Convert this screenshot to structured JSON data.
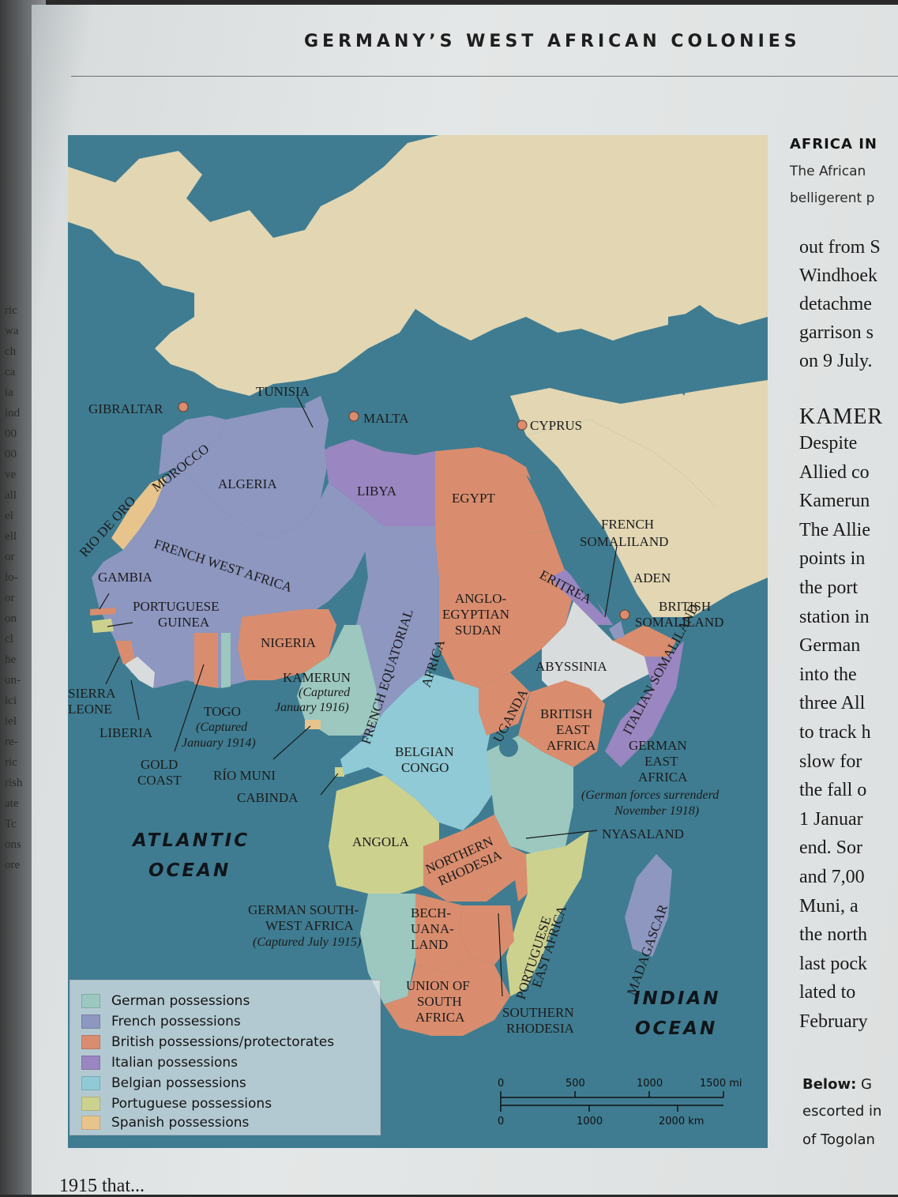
{
  "running_head": "GERMANY’S WEST AFRICAN COLONIES",
  "prev_page_fragments": [
    "ric",
    "wa",
    "ch",
    "ca",
    "ia",
    "ind",
    "00",
    "00",
    "ve",
    "all",
    "el",
    "ell",
    "or",
    "lo-",
    "or",
    "on",
    "cl",
    "he",
    "un-",
    "ici",
    "iel",
    "re-",
    "ric",
    "rish",
    "ate",
    "Tc",
    "ons",
    "ore"
  ],
  "sidebar": {
    "title": "AFRICA IN",
    "caption_lines": [
      "The African",
      "belligerent p"
    ],
    "para1": [
      "out from S",
      "Windhoek",
      "detachme",
      "garrison s",
      "on 9 July."
    ],
    "heading": "KAMER",
    "para2": [
      "Despite",
      "Allied co",
      "Kamerun",
      "The Allie",
      "points in",
      "the port",
      "station in",
      "German",
      "into the",
      "three All",
      "to track h",
      "slow for",
      "the fall o",
      "1 Januar",
      "end. Sor",
      "and 7,00",
      "Muni, a",
      "the north",
      "last pock",
      "lated to",
      "February"
    ],
    "below_label": "Below:",
    "below_first": "G",
    "below_lines": [
      "escorted in",
      "of Togolan"
    ]
  },
  "footer_fragment": "1915   that...",
  "map": {
    "labels": {
      "gibraltar": "GIBRALTAR",
      "tunisia": "TUNISIA",
      "malta": "MALTA",
      "cyprus": "CYPRUS",
      "morocco": "MOROCCO",
      "algeria": "ALGERIA",
      "libya": "LIBYA",
      "egypt": "EGYPT",
      "rio_de_oro": "RIO DE ORO",
      "french_somaliland": [
        "FRENCH",
        "SOMALILAND"
      ],
      "aden": "ADEN",
      "british_somaliland": [
        "BRITISH",
        "SOMALILAND"
      ],
      "french_west_africa": "FRENCH WEST AFRICA",
      "gambia": "GAMBIA",
      "portuguese_guinea": [
        "PORTUGUESE",
        "GUINEA"
      ],
      "nigeria": "NIGERIA",
      "anglo_egyptian_sudan": [
        "ANGLO-",
        "EGYPTIAN",
        "SUDAN"
      ],
      "eritrea": "ERITREA",
      "abyssinia": "ABYSSINIA",
      "italian_somaliland": "ITALIAN SOMALILAND",
      "kamerun": "KAMERUN",
      "kamerun_note": [
        "(Captured",
        "January 1916)"
      ],
      "french_equatorial_africa": [
        "FRENCH EQUATORIAL",
        "AFRICA"
      ],
      "sierra_leone": [
        "SIERRA",
        "LEONE"
      ],
      "liberia": "LIBERIA",
      "togo": "TOGO",
      "togo_note": [
        "(Captured",
        "January 1914)"
      ],
      "gold_coast": [
        "GOLD",
        "COAST"
      ],
      "rio_muni": "RÍO MUNI",
      "cabinda": "CABINDA",
      "uganda": "UGANDA",
      "british_east_africa": [
        "BRITISH",
        "EAST",
        "AFRICA"
      ],
      "belgian_congo": [
        "BELGIAN",
        "CONGO"
      ],
      "german_east_africa": [
        "GERMAN",
        "EAST",
        "AFRICA"
      ],
      "german_east_africa_note": [
        "(German forces surrenderd",
        "November 1918)"
      ],
      "atlantic_ocean": [
        "ATLANTIC",
        "OCEAN"
      ],
      "angola": "ANGOLA",
      "northern_rhodesia": [
        "NORTHERN",
        "RHODESIA"
      ],
      "nyasaland": "NYASALAND",
      "portuguese_east_africa": [
        "PORTUGUESE",
        "EAST AFRICA"
      ],
      "madagascar": "MADAGASCAR",
      "german_south_west_africa": [
        "GERMAN SOUTH-",
        "WEST AFRICA"
      ],
      "german_south_west_africa_note": "(Captured July 1915)",
      "bechuanaland": [
        "BECH-",
        "UANA-",
        "LAND"
      ],
      "union_of_south_africa": [
        "UNION OF",
        "SOUTH",
        "AFRICA"
      ],
      "southern_rhodesia": [
        "SOUTHERN",
        "RHODESIA"
      ],
      "indian_ocean": [
        "INDIAN",
        "OCEAN"
      ]
    },
    "legend": [
      {
        "label": "German possessions",
        "color": "#9cc8bf"
      },
      {
        "label": "French possessions",
        "color": "#8d97c0"
      },
      {
        "label": "British possessions/protectorates",
        "color": "#d98d6e"
      },
      {
        "label": "Italian possessions",
        "color": "#9a86c0"
      },
      {
        "label": "Belgian possessions",
        "color": "#8fcad6"
      },
      {
        "label": "Portuguese possessions",
        "color": "#cdd18e"
      },
      {
        "label": "Spanish possessions",
        "color": "#e8c48d"
      }
    ],
    "scale": {
      "mi": [
        "0",
        "500",
        "1000",
        "1500 mi"
      ],
      "km": [
        "0",
        "1000",
        "2000 km"
      ]
    },
    "colors": {
      "sea": "#3f7c91",
      "land_other": "#e2d6b3",
      "german": "#9cc8bf",
      "french": "#8d97c0",
      "british": "#d98d6e",
      "italian": "#9a86c0",
      "belgian": "#8fcad6",
      "portuguese": "#cdd18e",
      "spanish": "#e8c48d",
      "abyssinia": "#d9dcdc"
    }
  }
}
